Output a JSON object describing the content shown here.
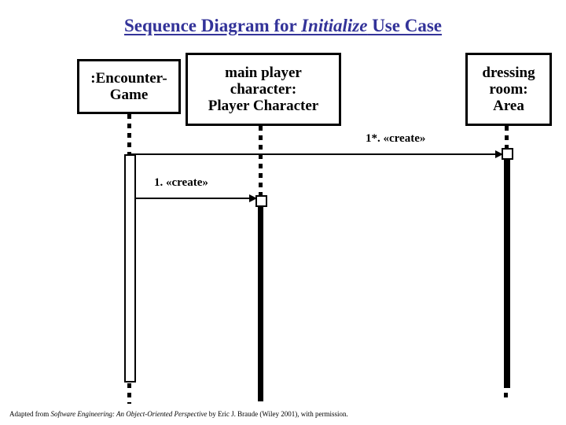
{
  "title": {
    "prefix": "Sequence Diagram for ",
    "italic": "Initialize",
    "suffix": " Use Case",
    "full": "Sequence Diagram for Initialize Use Case",
    "color": "#333399"
  },
  "participants": [
    {
      "id": "encounter-game",
      "name": ":Encounter-Game",
      "lines": [
        ":Encounter-",
        "Game"
      ]
    },
    {
      "id": "main-player-character",
      "name": "main player character: Player Character",
      "lines": [
        "main player",
        "character:",
        "Player Character"
      ]
    },
    {
      "id": "dressing-room",
      "name": "dressing room: Area",
      "lines": [
        "dressing",
        "room:",
        "Area"
      ]
    }
  ],
  "messages": [
    {
      "id": "msg-1-star-create",
      "label": "1*. «create»",
      "from": "encounter-game",
      "to": "dressing-room",
      "stereotype": "create",
      "sequence": "1*."
    },
    {
      "id": "msg-1-create",
      "label": "1. «create»",
      "from": "encounter-game",
      "to": "main-player-character",
      "stereotype": "create",
      "sequence": "1."
    }
  ],
  "footer": {
    "prefix": "Adapted from ",
    "italic": "Software Engineering: An Object-Oriented Perspective",
    "suffix": " by Eric J. Braude (Wiley 2001), with permission.",
    "full": "Adapted from Software Engineering: An Object-Oriented Perspective by Eric J. Braude (Wiley 2001), with permission."
  }
}
